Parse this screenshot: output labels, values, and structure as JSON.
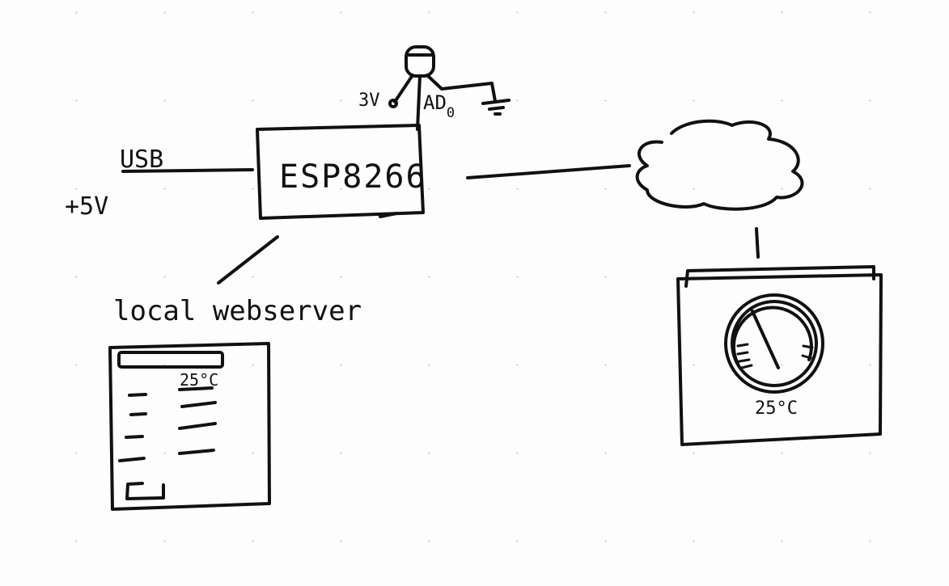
{
  "mcu": {
    "label": "ESP8266"
  },
  "power": {
    "usb_label": "USB",
    "voltage_label": "+5V"
  },
  "sensor": {
    "supply_label": "3V",
    "pin_label": "AD",
    "pin_subscript": "0"
  },
  "webserver": {
    "label": "local webserver",
    "temp_value": "25",
    "temp_unit": "°C"
  },
  "cloud_dashboard": {
    "temp_value": "25",
    "temp_unit": "°C"
  },
  "colors": {
    "ink": "#111111",
    "paper": "#fdfdfd"
  }
}
